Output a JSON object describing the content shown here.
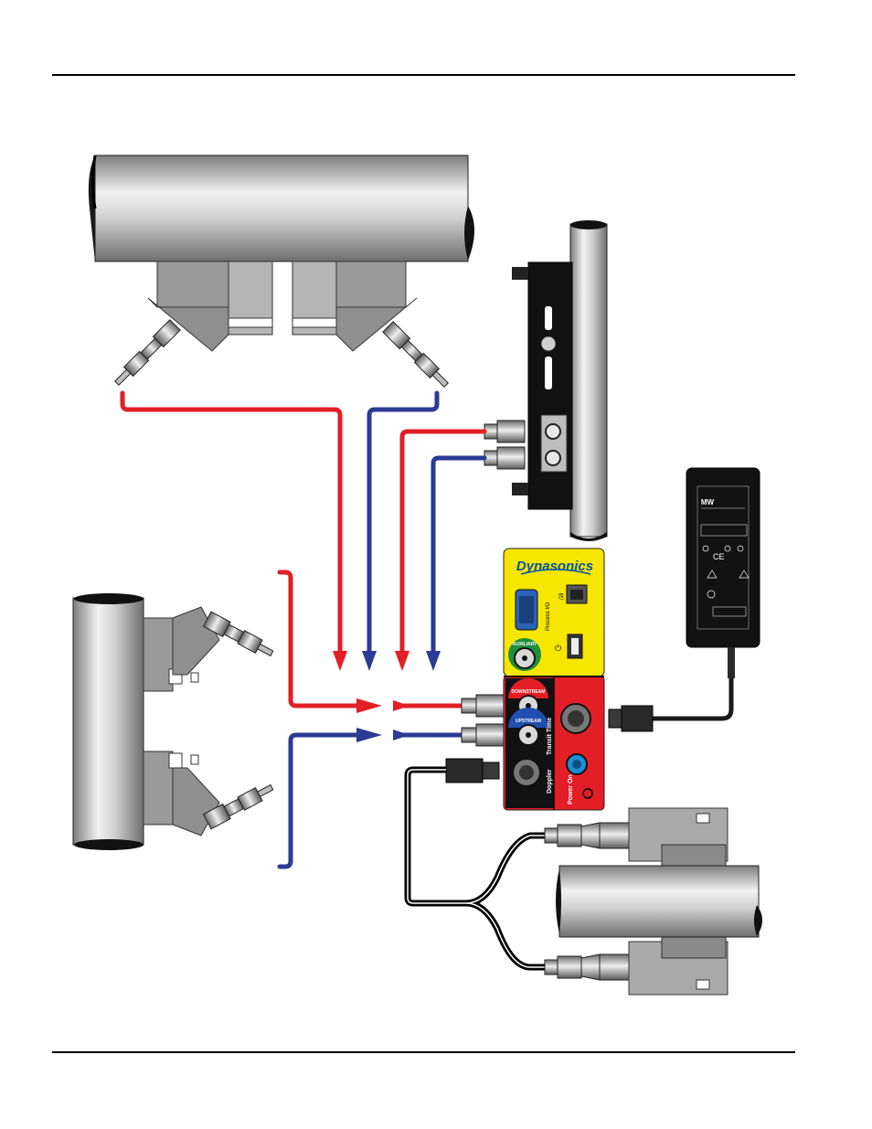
{
  "brand": {
    "name": "Dynasonics",
    "brand_color": "#0057a8",
    "panel_yellow": "#f7e600",
    "panel_red": "#e41e26",
    "cable_red": "#e21f26",
    "cable_blue": "#2b3a94"
  },
  "panel": {
    "process_io_label": "Process I/O",
    "auxiliary_label": "AUXILIARY",
    "downstream_label": "DOWNSTREAM",
    "upstream_label": "UPSTREAM",
    "transit_time_label": "Transit Time",
    "doppler_label": "Doppler",
    "power_on_label": "Power On"
  },
  "power_supply": {
    "logo": "MW"
  },
  "icons": [
    "ethernet-icon",
    "usb-icon",
    "power-icon",
    "ce-mark-icon",
    "warning-icon"
  ]
}
